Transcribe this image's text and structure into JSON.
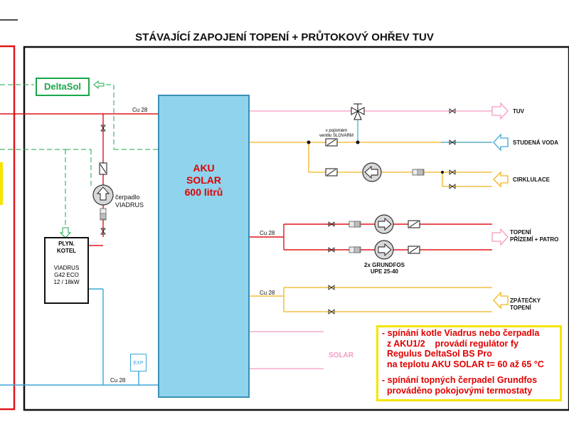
{
  "title": "STÁVAJÍCÍ ZAPOJENÍ TOPENÍ + PRŮTOKOVÝ OHŘEV TUV",
  "deltasol": "DeltaSol",
  "tank": {
    "line1": "AKU",
    "line2": "SOLAR",
    "line3": "600 litrů"
  },
  "boiler": {
    "title1": "PLYN.",
    "title2": "KOTEL",
    "model1": "VIADRUS",
    "model2": "G42 ECO",
    "model3": "12 / 18kW"
  },
  "pump_viadrus": {
    "line1": "čerpadlo",
    "line2": "VIADRUS"
  },
  "valve_note": {
    "line1": "v pojistném",
    "line2": "ventilu SLOVARM"
  },
  "grundfos": {
    "line1": "2x GRUNDFOS",
    "line2": "UPE 25-40"
  },
  "pipe_labels": {
    "cu28_top": "Cu 28",
    "cu28_heat": "Cu 28",
    "cu28_return": "Cu 28",
    "cu28_bottom": "Cu 28"
  },
  "outputs": {
    "tuv": "TUV",
    "cold_water": "STUDENÁ VODA",
    "circulation": "CIRKLULACE",
    "heating1": "TOPENÍ",
    "heating2": "PŘÍZEMÍ + PATRO",
    "return1": "ZPÁTEČKY",
    "return2": "TOPENÍ"
  },
  "solar": "SOLAR",
  "exp": "EXP",
  "notes": {
    "line1": "- spínání kotle Viadrus nebo čerpadla",
    "line2": "  z AKU1/2    provádí regulátor fy",
    "line3": "  Regulus DeltaSol BS Pro",
    "line4": "  na teplotu AKU SOLAR t= 60 až 65 °C",
    "line5": "- spínání topných čerpadel Grundfos",
    "line6": "  prováděno pokojovými termostaty"
  },
  "colors": {
    "hot": "#e0161b",
    "cold": "#f2b31c",
    "pink": "#f39ac2",
    "green": "#1aa84a",
    "cyan": "#3aa6d8",
    "tank": "#8fd4ec",
    "note_border": "#f5e400"
  }
}
